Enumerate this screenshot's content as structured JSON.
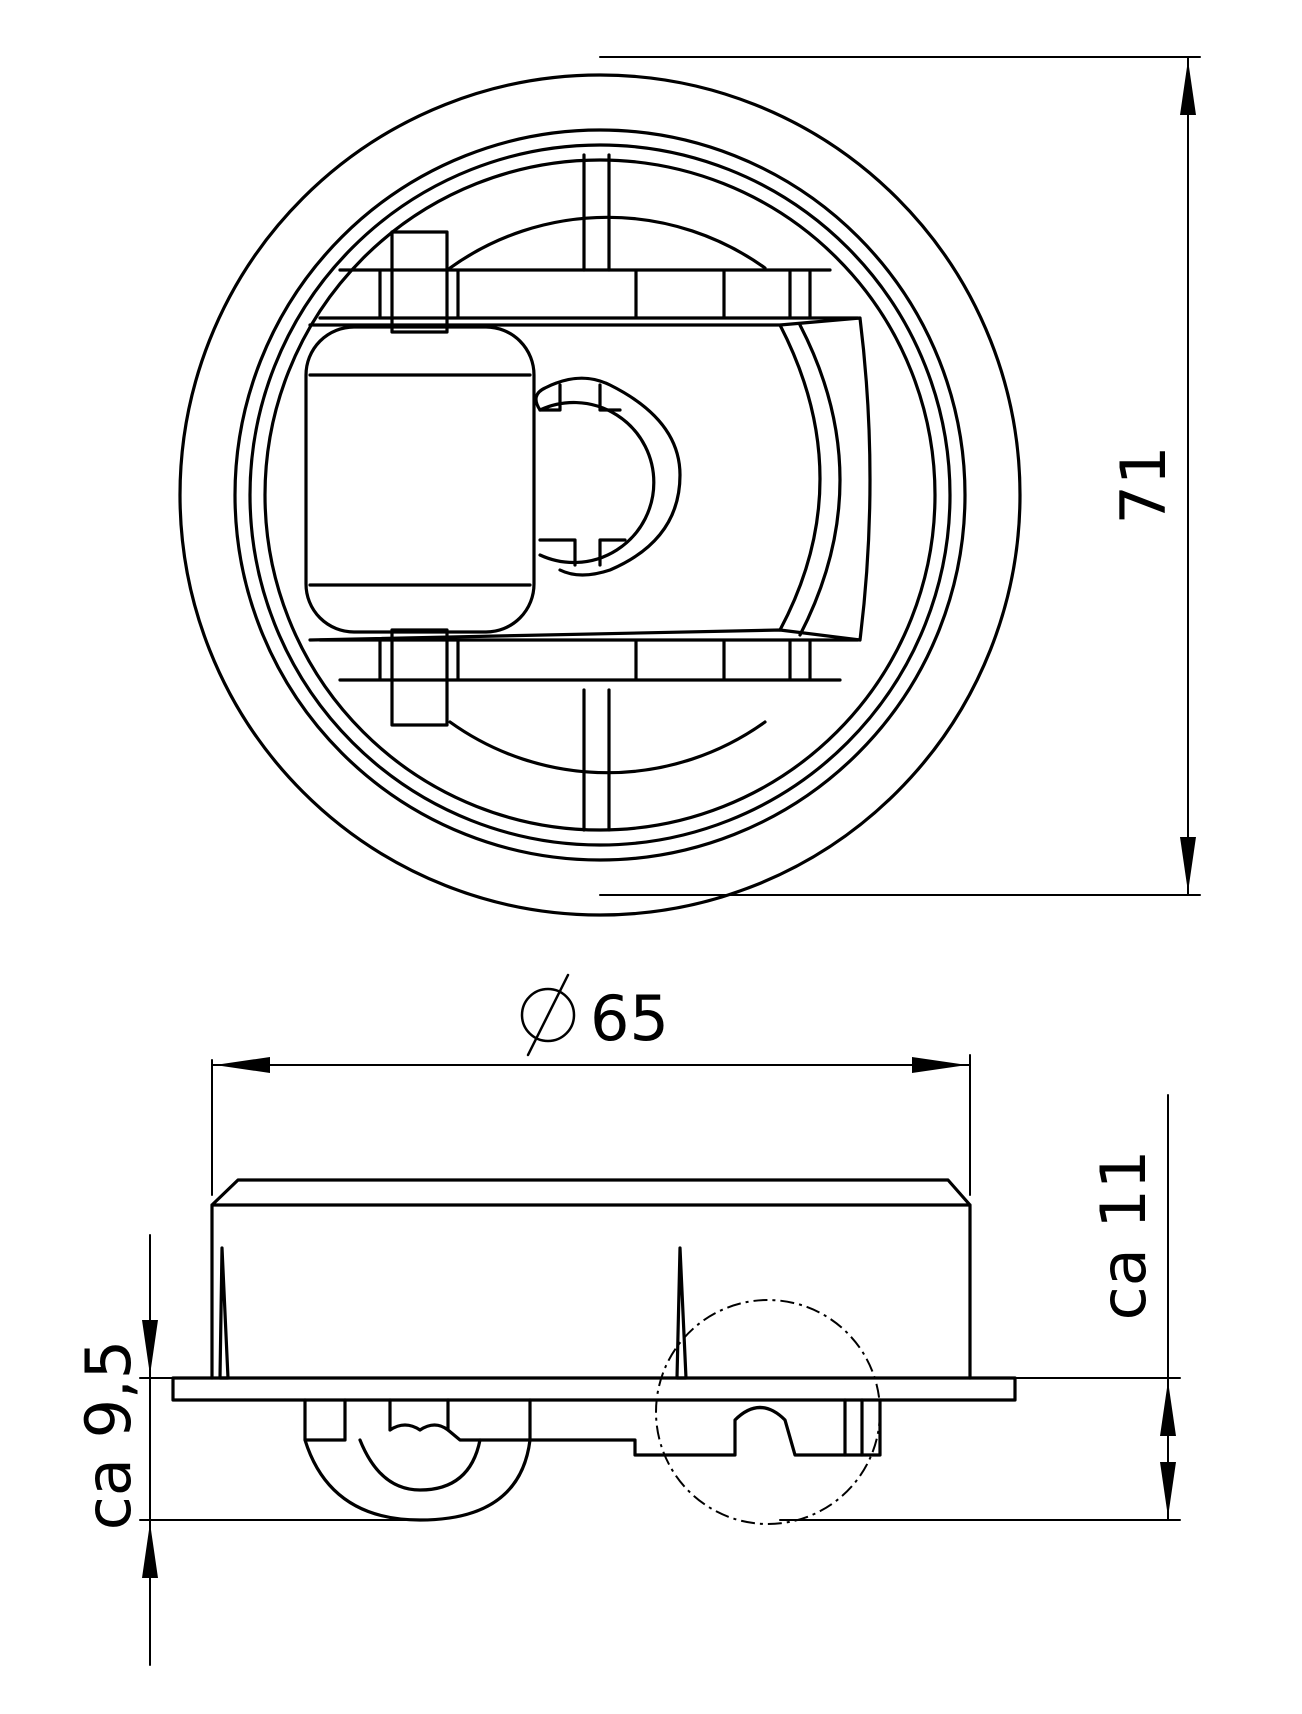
{
  "dimensions": {
    "height_top_view": "71",
    "diameter": "65",
    "height_side": "ca 11",
    "height_lower": "ca 9,5"
  }
}
